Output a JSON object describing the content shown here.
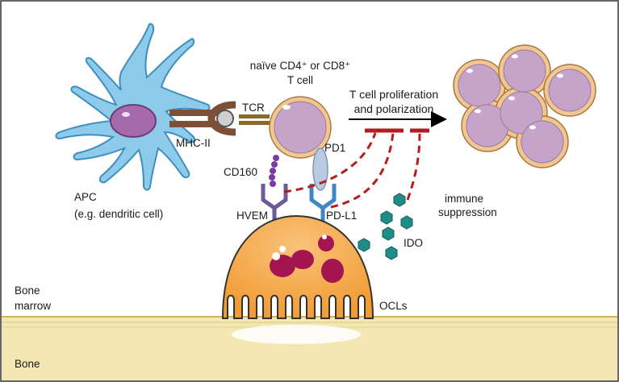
{
  "labels": {
    "t_cell_line1": "naïve CD4⁺ or CD8⁺",
    "t_cell_line2": "T cell",
    "tcr": "TCR",
    "mhc": "MHC-II",
    "cd160": "CD160",
    "pd1": "PD1",
    "hvem": "HVEM",
    "pdl1": "PD-L1",
    "apc_line1": "APC",
    "apc_line2": "(e.g. dendritic cell)",
    "proliferation_line1": "T cell proliferation",
    "proliferation_line2": "and polarization",
    "immune_line1": "immune",
    "immune_line2": "suppression",
    "ido": "IDO",
    "ocls": "OCLs",
    "bone_marrow_line1": "Bone",
    "bone_marrow_line2": "marrow",
    "bone": "Bone"
  },
  "colors": {
    "frame": "#333333",
    "apc_fill": "#8ecbea",
    "apc_nucleus": "#a56aab",
    "t_cell_fill": "#c6a3c8",
    "t_cell_ring": "#f2c690",
    "receptor_brown": "#7d4f36",
    "tcr_olive": "#8a6b25",
    "cd160_purple": "#7b3ba4",
    "hvem_purple": "#6b5b9a",
    "pd_blue": "#3f86c6",
    "pd1_light": "#b9cbe2",
    "inhibit_red": "#b71c1c",
    "ocl_orange": "#f6ac4c",
    "ocl_nuclei": "#a3154e",
    "ido_teal": "#1f8c87",
    "bone_fill": "#f3e8b4",
    "bone_line": "#c9b460"
  }
}
